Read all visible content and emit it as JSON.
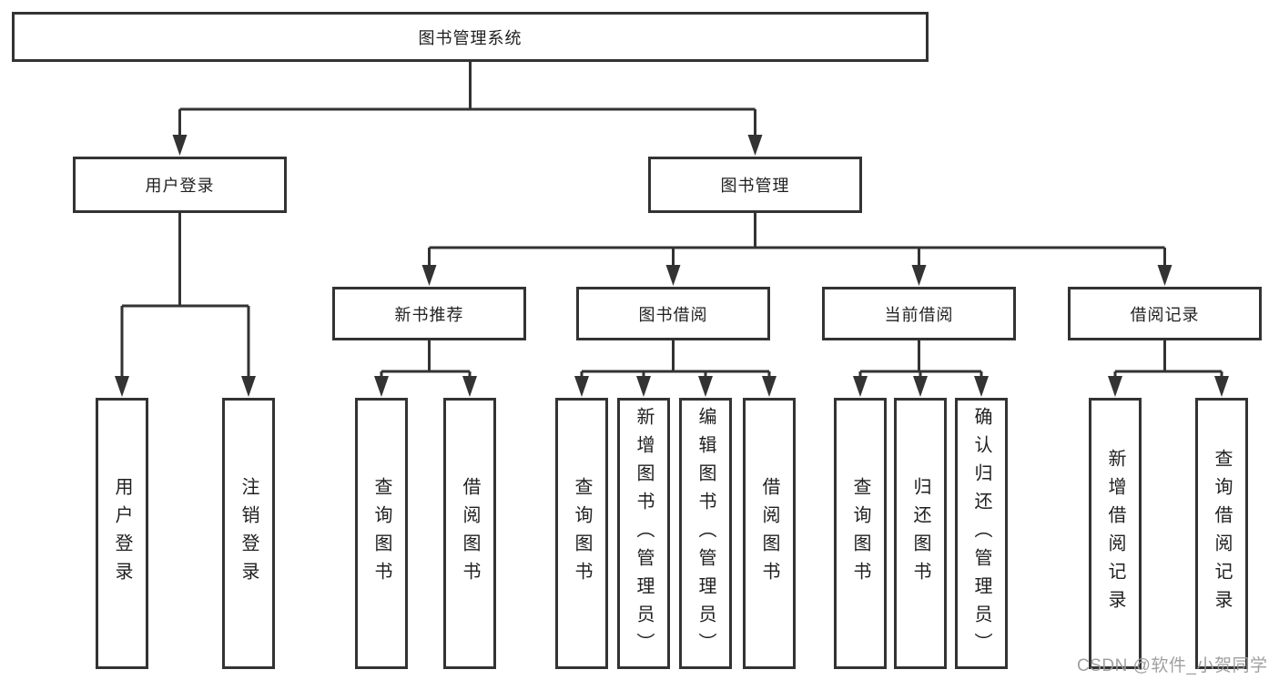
{
  "title": "图书管理系统",
  "branches": {
    "user_login": {
      "label": "用户登录",
      "children": [
        "用户登录",
        "注销登录"
      ]
    },
    "book_mgmt": {
      "label": "图书管理"
    }
  },
  "modules": [
    {
      "label": "新书推荐",
      "children": [
        "查询图书",
        "借阅图书"
      ]
    },
    {
      "label": "图书借阅",
      "children": [
        "查询图书",
        "新增图书（管理员）",
        "编辑图书（管理员）",
        "借阅图书"
      ]
    },
    {
      "label": "当前借阅",
      "children": [
        "查询图书",
        "归还图书",
        "确认归还（管理员）"
      ]
    },
    {
      "label": "借阅记录",
      "children": [
        "新增借阅记录",
        "查询借阅记录"
      ]
    }
  ],
  "watermark": "CSDN @软件_小贺同学",
  "colors": {
    "line": "#333333",
    "text": "#1f1f1f",
    "watermark": "#9b9b9b",
    "background": "#ffffff"
  }
}
